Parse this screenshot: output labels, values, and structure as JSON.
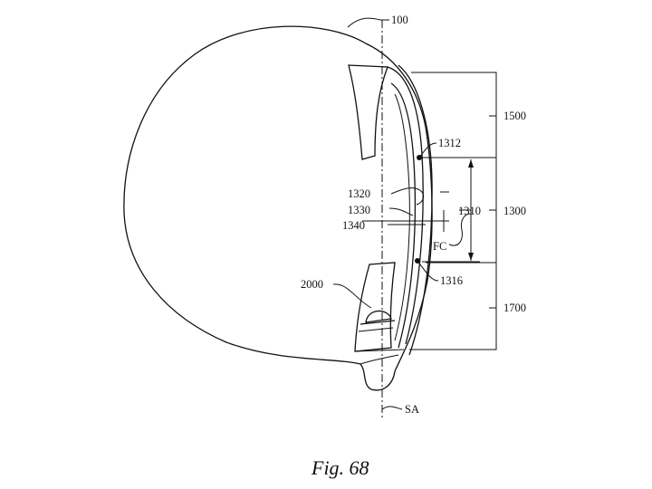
{
  "labels": {
    "body": "100",
    "upper_region": "1500",
    "face_region": "1300",
    "lower_region": "1700",
    "upper_point": "1312",
    "lower_point": "1316",
    "face_height": "1310",
    "face_center": "FC",
    "layer_a": "1320",
    "layer_b": "1330",
    "layer_c": "1340",
    "insert": "2000",
    "shaft_axis": "SA"
  },
  "caption": "Fig. 68"
}
